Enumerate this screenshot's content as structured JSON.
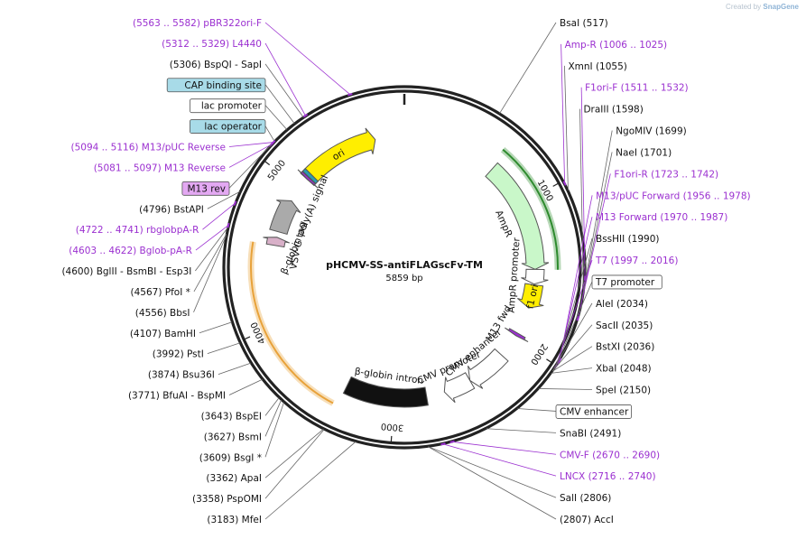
{
  "credit": {
    "prefix": "Created by",
    "brand": "SnapGene"
  },
  "plasmid": {
    "name": "pHCMV-SS-antiFLAGscFv-TM",
    "length": 5859,
    "length_label": "5859 bp"
  },
  "colors": {
    "primer": "#9b30d0",
    "label_black": "#111111",
    "feature_outline": "#555555"
  },
  "ticks": [
    {
      "label": "1000",
      "pos": 1000
    },
    {
      "label": "2000",
      "pos": 2000
    },
    {
      "label": "3000",
      "pos": 3000
    },
    {
      "label": "4000",
      "pos": 4000
    },
    {
      "label": "5000",
      "pos": 5000
    }
  ],
  "features": [
    {
      "name": "ori",
      "start": 5080,
      "end": 5650,
      "dir": "forward",
      "color": "#ffee00",
      "label": "ori",
      "label_inside": true
    },
    {
      "name": "AmpR",
      "start": 680,
      "end": 1480,
      "dir": "forward",
      "color": "#c9f7c9",
      "label": "AmpR"
    },
    {
      "name": "AmpR promoter",
      "start": 1480,
      "end": 1585,
      "dir": "forward",
      "color": "#ffffff",
      "label": "AmpR promoter"
    },
    {
      "name": "f1 ori",
      "start": 1590,
      "end": 1760,
      "dir": "forward",
      "color": "#ffee00",
      "label": "f1 ori",
      "label_inside": true
    },
    {
      "name": "CMV enhancer",
      "start": 2150,
      "end": 2440,
      "dir": "forward",
      "color": "#ffffff",
      "label": "CMV enhancer"
    },
    {
      "name": "CMV promoter",
      "start": 2440,
      "end": 2640,
      "dir": "forward",
      "color": "#ffffff",
      "label": "CMV promoter"
    },
    {
      "name": "beta-globin intron",
      "start": 2770,
      "end": 3350,
      "dir": "none",
      "color": "#111111",
      "label": "β-globin intron"
    },
    {
      "name": "VSV-G tag",
      "start": 4550,
      "end": 4610,
      "dir": "forward",
      "color": "#d8b0c8",
      "label": "VSV-G tag"
    },
    {
      "name": "beta-globin polyA",
      "start": 4650,
      "end": 4890,
      "dir": "forward",
      "color": "#aaaaaa",
      "label": "β-globin poly(A) signal"
    },
    {
      "name": "lac operator",
      "start": 5100,
      "end": 5125,
      "dir": "none",
      "color": "#2c9cb0",
      "label": ""
    },
    {
      "name": "M13 rev",
      "start": 5080,
      "end": 5097,
      "dir": "reverse",
      "color": "#9b30d0",
      "label": ""
    },
    {
      "name": "M13 fwd",
      "start": 1956,
      "end": 1978,
      "dir": "forward",
      "color": "#9b30d0",
      "label": "M13 fwd"
    }
  ],
  "orfs": [
    {
      "start": 650,
      "end": 1480,
      "color": "#2e8b2e"
    },
    {
      "start": 3380,
      "end": 4550,
      "color": "#e8a23a"
    }
  ],
  "labels": [
    {
      "text": "(5563 .. 5582)  pBR322ori-F",
      "kind": "primer",
      "pos": 5575
    },
    {
      "text": "(5312 .. 5329)  L4440",
      "kind": "primer",
      "pos": 5320
    },
    {
      "text": "(5306)  BspQI  - SapI",
      "kind": "enzyme",
      "pos": 5306
    },
    {
      "text": "CAP binding site",
      "kind": "feature",
      "pos": 5250,
      "bg": "#a8dbe8"
    },
    {
      "text": "lac promoter",
      "kind": "feature",
      "pos": 5200,
      "bg": "#ffffff"
    },
    {
      "text": "(5094 .. 5116)  M13/pUC Reverse",
      "kind": "primer",
      "pos": 5105
    },
    {
      "text": "lac operator",
      "kind": "feature",
      "pos": 5112,
      "bg": "#a8dbe8"
    },
    {
      "text": "(5081 .. 5097)  M13 Reverse",
      "kind": "primer",
      "pos": 5089
    },
    {
      "text": "M13 rev",
      "kind": "feature",
      "pos": 5088,
      "bg": "#e3a8f2"
    },
    {
      "text": "(4796)  BstAPI",
      "kind": "enzyme",
      "pos": 4796
    },
    {
      "text": "(4722 .. 4741)  rbglobpA-R",
      "kind": "primer",
      "pos": 4731
    },
    {
      "text": "(4603 .. 4622)  Bglob-pA-R",
      "kind": "primer",
      "pos": 4612
    },
    {
      "text": "(4600)  BglII  - BsmBI  - Esp3I",
      "kind": "enzyme",
      "pos": 4600
    },
    {
      "text": "(4567)  PfoI *",
      "kind": "enzyme",
      "pos": 4567
    },
    {
      "text": "(4556)  BbsI",
      "kind": "enzyme",
      "pos": 4556
    },
    {
      "text": "(4107)  BamHI",
      "kind": "enzyme",
      "pos": 4107
    },
    {
      "text": "(3992)  PstI",
      "kind": "enzyme",
      "pos": 3992
    },
    {
      "text": "(3874)  Bsu36I",
      "kind": "enzyme",
      "pos": 3874
    },
    {
      "text": "(3771)  BfuAI  - BspMI",
      "kind": "enzyme",
      "pos": 3771
    },
    {
      "text": "(3643)  BspEI",
      "kind": "enzyme",
      "pos": 3643
    },
    {
      "text": "(3627)  BsmI",
      "kind": "enzyme",
      "pos": 3627
    },
    {
      "text": "(3609)  BsgI *",
      "kind": "enzyme",
      "pos": 3609
    },
    {
      "text": "(3362)  ApaI",
      "kind": "enzyme",
      "pos": 3362
    },
    {
      "text": "(3358)  PspOMI",
      "kind": "enzyme",
      "pos": 3358
    },
    {
      "text": "(3183)  MfeI",
      "kind": "enzyme",
      "pos": 3183
    },
    {
      "text": "(2807)  AccI",
      "kind": "enzyme",
      "pos": 2807
    },
    {
      "text": "SalI  (2806)",
      "kind": "enzyme",
      "pos": 2806
    },
    {
      "text": "LNCX  (2716 .. 2740)",
      "kind": "primer",
      "pos": 2728
    },
    {
      "text": "CMV-F  (2670 .. 2690)",
      "kind": "primer",
      "pos": 2680
    },
    {
      "text": "SnaBI  (2491)",
      "kind": "enzyme",
      "pos": 2491
    },
    {
      "text": "CMV enhancer",
      "kind": "feature",
      "pos": 2300,
      "bg": "#ffffff"
    },
    {
      "text": "SpeI  (2150)",
      "kind": "enzyme",
      "pos": 2150
    },
    {
      "text": "XbaI  (2048)",
      "kind": "enzyme",
      "pos": 2048
    },
    {
      "text": "BstXI  (2036)",
      "kind": "enzyme",
      "pos": 2036
    },
    {
      "text": "SacII  (2035)",
      "kind": "enzyme",
      "pos": 2035
    },
    {
      "text": "AleI  (2034)",
      "kind": "enzyme",
      "pos": 2034
    },
    {
      "text": "T7 promoter",
      "kind": "feature",
      "pos": 2010,
      "bg": "#ffffff"
    },
    {
      "text": "T7  (1997 .. 2016)",
      "kind": "primer",
      "pos": 2006
    },
    {
      "text": "BssHII  (1990)",
      "kind": "enzyme",
      "pos": 1990
    },
    {
      "text": "M13 Forward  (1970 .. 1987)",
      "kind": "primer",
      "pos": 1978
    },
    {
      "text": "M13/pUC Forward  (1956 .. 1978)",
      "kind": "primer",
      "pos": 1967
    },
    {
      "text": "F1ori-R  (1723 .. 1742)",
      "kind": "primer",
      "pos": 1732
    },
    {
      "text": "NaeI  (1701)",
      "kind": "enzyme",
      "pos": 1701
    },
    {
      "text": "NgoMIV  (1699)",
      "kind": "enzyme",
      "pos": 1699
    },
    {
      "text": "DraIII  (1598)",
      "kind": "enzyme",
      "pos": 1598
    },
    {
      "text": "F1ori-F  (1511 .. 1532)",
      "kind": "primer",
      "pos": 1521
    },
    {
      "text": "XmnI  (1055)",
      "kind": "enzyme",
      "pos": 1055
    },
    {
      "text": "Amp-R  (1006 .. 1025)",
      "kind": "primer",
      "pos": 1015
    },
    {
      "text": "BsaI  (517)",
      "kind": "enzyme",
      "pos": 517
    }
  ]
}
